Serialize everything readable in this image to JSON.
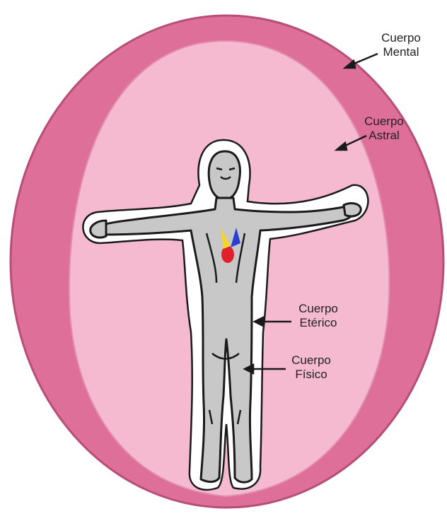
{
  "diagram": {
    "labels": {
      "mental": {
        "line1": "Cuerpo",
        "line2": "Mental"
      },
      "astral": {
        "line1": "Cuerpo",
        "line2": "Astral"
      },
      "eterico": {
        "line1": "Cuerpo",
        "line2": "Etérico"
      },
      "fisico": {
        "line1": "Cuerpo",
        "line2": "Físico"
      }
    },
    "colors": {
      "mental_body": "#de6f98",
      "astral_body": "#f5b9d0",
      "etheric_body": "#ffffff",
      "physical_body": "#c8c8c8",
      "outline": "#1a1a1a",
      "heart_red": "#e0202a",
      "heart_blue": "#2b3fd0",
      "heart_yellow": "#f2d629"
    }
  }
}
